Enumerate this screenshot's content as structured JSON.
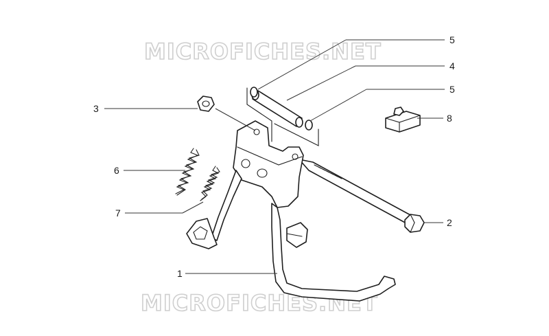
{
  "watermark": {
    "text": "MICROFICHES.NET"
  },
  "callouts": [
    {
      "id": "c5a",
      "label": "5"
    },
    {
      "id": "c4",
      "label": "4"
    },
    {
      "id": "c5b",
      "label": "5"
    },
    {
      "id": "c3",
      "label": "3"
    },
    {
      "id": "c8",
      "label": "8"
    },
    {
      "id": "c6",
      "label": "6"
    },
    {
      "id": "c7",
      "label": "7"
    },
    {
      "id": "c2",
      "label": "2"
    },
    {
      "id": "c1",
      "label": "1"
    }
  ],
  "colors": {
    "line": "#1e1e1e",
    "watermark_stroke": "#cfcfcf",
    "background": "#ffffff"
  }
}
